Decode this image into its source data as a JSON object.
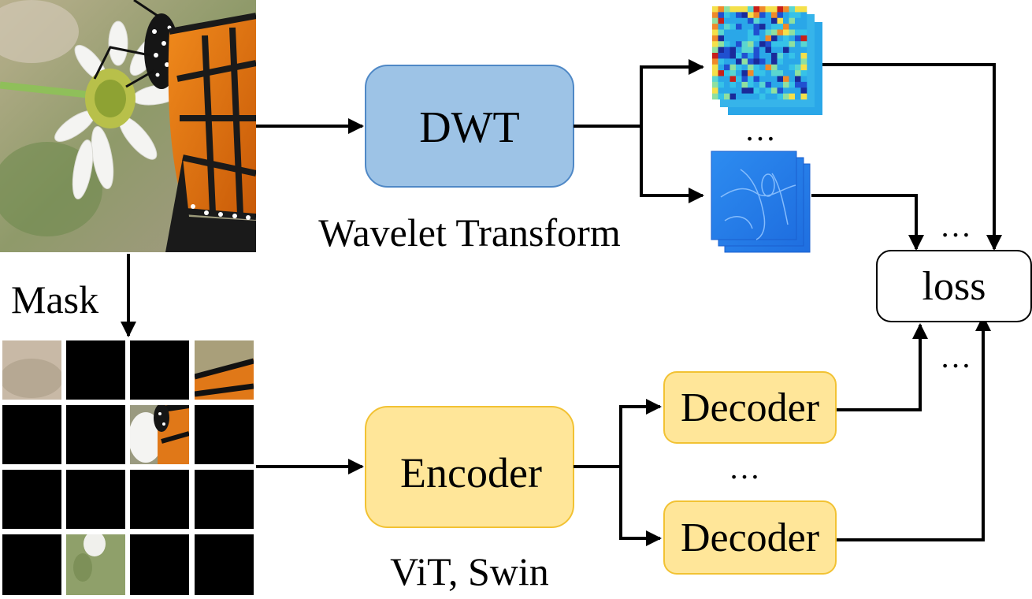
{
  "input_image": {
    "name": "monarch butterfly on white daisy"
  },
  "mask_label": "Mask",
  "dwt": {
    "label": "DWT",
    "caption": "Wavelet Transform",
    "fill": "#9dc3e6",
    "stroke": "#4f88c6"
  },
  "encoder": {
    "label": "Encoder",
    "caption": "ViT, Swin",
    "fill": "#ffe699",
    "stroke": "#f2c233"
  },
  "decoders": [
    {
      "label": "Decoder"
    },
    {
      "label": "Decoder"
    }
  ],
  "loss": {
    "label": "loss"
  },
  "ellipses": {
    "feature_maps": "…",
    "loss_top": "…",
    "loss_bottom": "…",
    "decoders": "…"
  },
  "masked_grid": {
    "rows": 4,
    "cols": 4,
    "visible_patches": [
      [
        0,
        0
      ],
      [
        0,
        3
      ],
      [
        1,
        2
      ],
      [
        3,
        1
      ]
    ]
  },
  "colors": {
    "arrow": "#000000",
    "mask": "#000000"
  }
}
